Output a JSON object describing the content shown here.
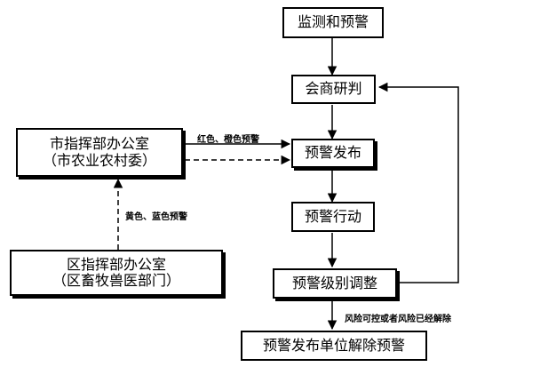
{
  "nodes": {
    "monitor": "监测和预警",
    "consult": "会商研判",
    "issue": "预警发布",
    "action": "预警行动",
    "adjust": "预警级别调整",
    "release": "预警发布单位解除预警",
    "city_office": {
      "line1": "市指挥部办公室",
      "line2": "（市农业农村委）"
    },
    "district_office": {
      "line1": "区指挥部办公室",
      "line2": "（区畜牧兽医部门）"
    }
  },
  "labels": {
    "red_orange": "红色、橙色预警",
    "yellow_blue": "黄色、蓝色预警",
    "controllable": "风险可控或者风险已经解除"
  }
}
